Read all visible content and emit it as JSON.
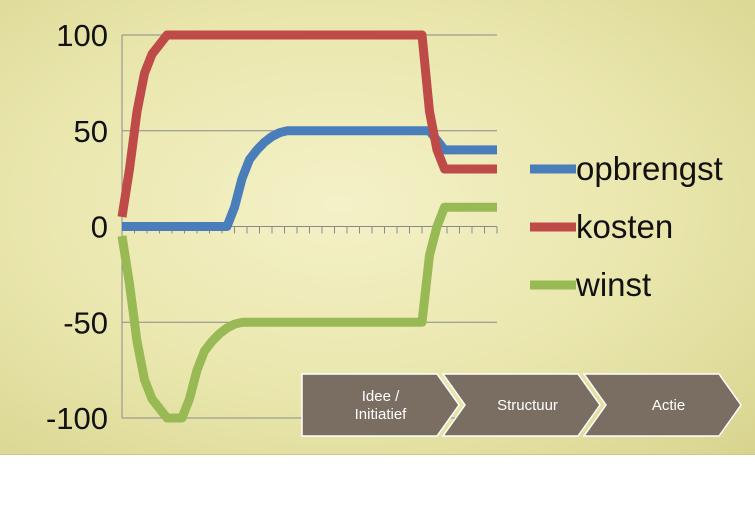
{
  "chart_data": {
    "type": "line",
    "title": "",
    "xlabel": "",
    "ylabel": "",
    "ylim": [
      -100,
      100
    ],
    "yticks": [
      "100",
      "50",
      "0",
      "-50",
      "-100"
    ],
    "grid": true,
    "legend_position": "right",
    "x": [
      0,
      1,
      2,
      3,
      4,
      5,
      6,
      7,
      8,
      9,
      10,
      11,
      12,
      13,
      14,
      15,
      16,
      17,
      18,
      19,
      20,
      21,
      22,
      23,
      24,
      25,
      26,
      27,
      28,
      29,
      30,
      31,
      32,
      33,
      34,
      35,
      36,
      37,
      38,
      39,
      40,
      41,
      42,
      43,
      44,
      45,
      46,
      47,
      48,
      49,
      50
    ],
    "series": [
      {
        "name": "opbrengst",
        "color": "#4a7ebb",
        "values": [
          0,
          0,
          0,
          0,
          0,
          0,
          0,
          0,
          0,
          0,
          0,
          0,
          0,
          0,
          0,
          10,
          25,
          35,
          40,
          44,
          47,
          49,
          50,
          50,
          50,
          50,
          50,
          50,
          50,
          50,
          50,
          50,
          50,
          50,
          50,
          50,
          50,
          50,
          50,
          50,
          50,
          50,
          45,
          40,
          40,
          40,
          40,
          40,
          40,
          40,
          40
        ]
      },
      {
        "name": "kosten",
        "color": "#be4b48",
        "values": [
          5,
          30,
          60,
          80,
          90,
          95,
          100,
          100,
          100,
          100,
          100,
          100,
          100,
          100,
          100,
          100,
          100,
          100,
          100,
          100,
          100,
          100,
          100,
          100,
          100,
          100,
          100,
          100,
          100,
          100,
          100,
          100,
          100,
          100,
          100,
          100,
          100,
          100,
          100,
          100,
          100,
          60,
          40,
          30,
          30,
          30,
          30,
          30,
          30,
          30,
          30
        ]
      },
      {
        "name": "winst",
        "color": "#98b954",
        "values": [
          -5,
          -30,
          -60,
          -80,
          -90,
          -95,
          -100,
          -100,
          -100,
          -90,
          -75,
          -65,
          -60,
          -56,
          -53,
          -51,
          -50,
          -50,
          -50,
          -50,
          -50,
          -50,
          -50,
          -50,
          -50,
          -50,
          -50,
          -50,
          -50,
          -50,
          -50,
          -50,
          -50,
          -50,
          -50,
          -50,
          -50,
          -50,
          -50,
          -50,
          -50,
          -15,
          0,
          10,
          10,
          10,
          10,
          10,
          10,
          10,
          10
        ]
      }
    ],
    "phases": [
      "Idee /\nInitiatief",
      "Structuur",
      "Actie"
    ]
  },
  "colors": {
    "phase_fill": "#7a6e63",
    "phase_border": "#ffffff"
  }
}
